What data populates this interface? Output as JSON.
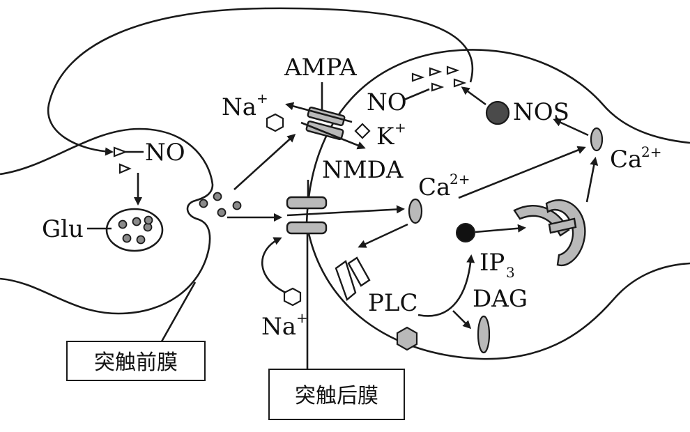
{
  "labels": {
    "ampa": "AMPA",
    "nmda": "NMDA",
    "na_top": "Na",
    "na_top_sup": "+",
    "k": "K",
    "k_sup": "+",
    "no_pre": "NO",
    "no_post": "NO",
    "nos": "NOS",
    "glu": "Glu",
    "ca_mid": "Ca",
    "ca_mid_sup": "2+",
    "ca_right": "Ca",
    "ca_right_sup": "2+",
    "ip3": "IP",
    "ip3_sub": "3",
    "dag": "DAG",
    "plc": "PLC",
    "na_bottom": "Na",
    "na_bottom_sup": "+",
    "presynaptic_membrane": "突触前膜",
    "postsynaptic_membrane": "突触后膜"
  },
  "colors": {
    "ink": "#1a1a1a",
    "channel_fill": "#b9b9b9",
    "dark_fill": "#4a4a4a",
    "black_fill": "#111111",
    "vesicle_fill": "#8a8a8a"
  }
}
